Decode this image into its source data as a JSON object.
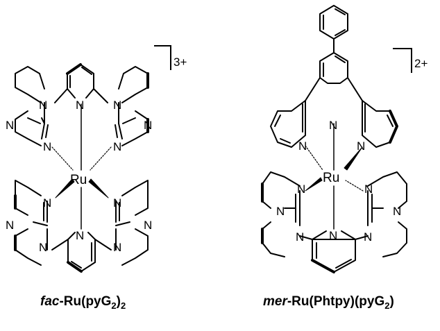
{
  "structures": [
    {
      "id": "left",
      "caption_prefix": "fac",
      "caption_mid": "-Ru(pyG",
      "caption_sub1": "2",
      "caption_mid2": ")",
      "caption_sub2": "2",
      "charge": "3+",
      "metal": "Ru",
      "atoms": {
        "n_py_top": "N",
        "n_top_left_amine": "N",
        "n_top_right_amine": "N",
        "n_top_left_ring": "N",
        "n_top_right_ring": "N",
        "n_top_left_coord": "N",
        "n_top_right_coord": "N",
        "n_bot_left_coord": "N",
        "n_bot_right_coord": "N",
        "n_bot_left_ring": "N",
        "n_bot_right_ring": "N",
        "n_bot_left_amine": "N",
        "n_bot_right_amine": "N",
        "n_py_bot": "N"
      }
    },
    {
      "id": "right",
      "caption_prefix": "mer",
      "caption_mid": "-Ru(Phtpy)(pyG",
      "caption_sub1": "2",
      "caption_mid2": ")",
      "charge": "2+",
      "metal": "Ru",
      "atoms": {
        "n_tpy_center": "N",
        "n_tpy_left": "N",
        "n_tpy_right": "N",
        "n_g_left_coord": "N",
        "n_g_right_coord": "N",
        "n_g_left_ring": "N",
        "n_g_right_ring": "N",
        "n_g_left_amine": "N",
        "n_g_right_amine": "N",
        "n_py_bot": "N"
      }
    }
  ]
}
